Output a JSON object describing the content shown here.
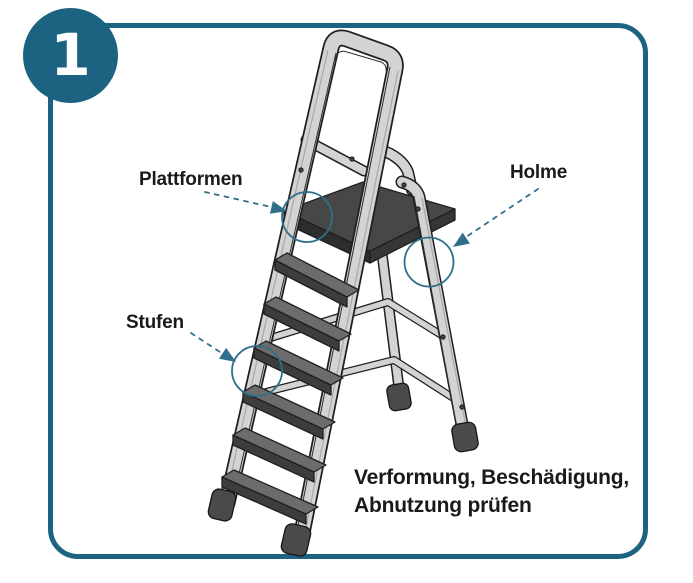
{
  "badge": {
    "number": "1"
  },
  "annotations": {
    "plattformen": {
      "label": "Plattformen"
    },
    "holme": {
      "label": "Holme"
    },
    "stufen": {
      "label": "Stufen"
    }
  },
  "note": {
    "line1": "Verformung, Beschädigung,",
    "line2": "Abnutzung prüfen"
  },
  "illustration": {
    "name": "stepladder-inspection-diagram",
    "labeled_parts": [
      "Plattformen",
      "Holme",
      "Stufen"
    ],
    "steps_count": 6
  },
  "colors": {
    "accent_teal": "#1B6380",
    "annotation_teal": "#2F6F8C",
    "text": "#1A1A1A",
    "rail_gray": "#D3D3D3",
    "step_gray": "#6C6C6C",
    "platform_gray": "#474747"
  }
}
